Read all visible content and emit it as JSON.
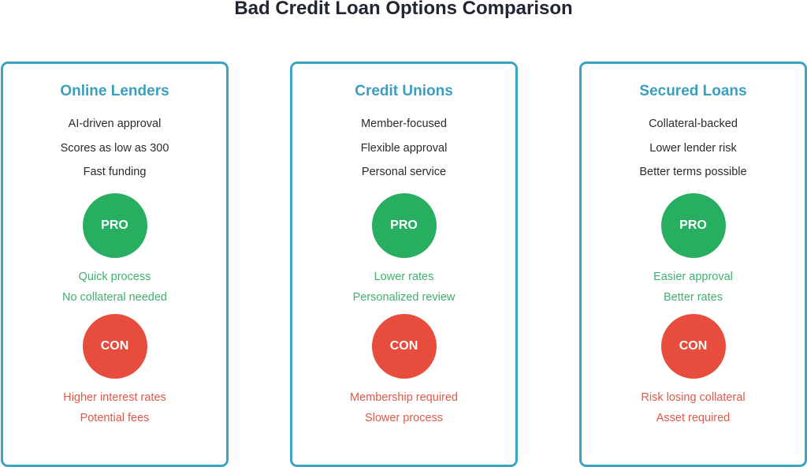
{
  "title": "Bad Credit Loan Options Comparison",
  "colors": {
    "border": "#3ba3c3",
    "heading": "#3a9fbf",
    "pro": "#27ae60",
    "con": "#e74c3c"
  },
  "cards": [
    {
      "title": "Online Lenders",
      "features": [
        "AI-driven approval",
        "Scores as low as 300",
        "Fast funding"
      ],
      "pro_label": "PRO",
      "pros": [
        "Quick process",
        "No collateral needed"
      ],
      "con_label": "CON",
      "cons": [
        "Higher interest rates",
        "Potential fees"
      ]
    },
    {
      "title": "Credit Unions",
      "features": [
        "Member-focused",
        "Flexible approval",
        "Personal service"
      ],
      "pro_label": "PRO",
      "pros": [
        "Lower rates",
        "Personalized review"
      ],
      "con_label": "CON",
      "cons": [
        "Membership required",
        "Slower process"
      ]
    },
    {
      "title": "Secured Loans",
      "features": [
        "Collateral-backed",
        "Lower lender risk",
        "Better terms possible"
      ],
      "pro_label": "PRO",
      "pros": [
        "Easier approval",
        "Better rates"
      ],
      "con_label": "CON",
      "cons": [
        "Risk losing collateral",
        "Asset required"
      ]
    }
  ]
}
